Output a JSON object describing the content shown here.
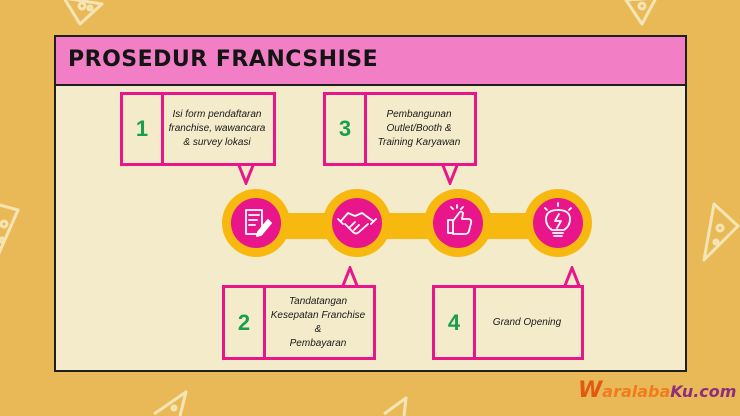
{
  "title": "PROSEDUR FRANCSHISE",
  "steps": [
    {
      "num": "1",
      "text": "Isi form pendaftaran\nfranchise, wawancara\n& survey lokasi",
      "icon": "form-icon"
    },
    {
      "num": "2",
      "text": "Tandatangan\nKesepatan Franchise &\nPembayaran",
      "icon": "handshake-icon"
    },
    {
      "num": "3",
      "text": "Pembangunan\nOutlet/Booth &\nTraining Karyawan",
      "icon": "thumbs-up-icon"
    },
    {
      "num": "4",
      "text": "Grand Opening",
      "icon": "lightbulb-icon"
    }
  ],
  "brand": {
    "w": "W",
    "part1": "aralaba",
    "part2": "Ku.com"
  },
  "colors": {
    "background": "#E9B958",
    "panel": "#F3EBC9",
    "title_bar": "#F27EC6",
    "accent_pink": "#E8168A",
    "node_yellow": "#F7B90F",
    "number_green": "#1B9E4B"
  }
}
